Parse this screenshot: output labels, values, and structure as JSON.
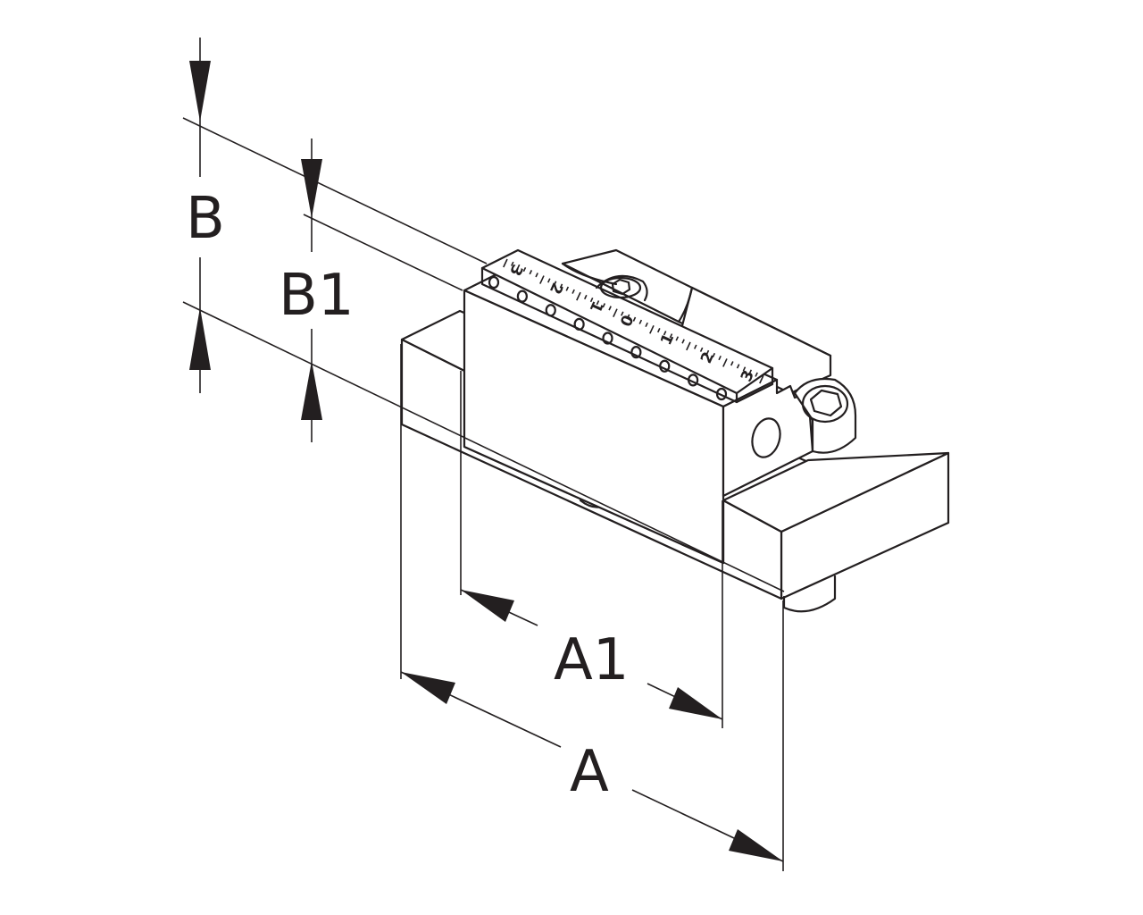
{
  "dimensions": {
    "a": "A",
    "a1": "A1",
    "b": "B",
    "b1": "B1"
  },
  "scale_labels": [
    "3",
    "2",
    "1",
    "0",
    "1",
    "2",
    "3"
  ],
  "colors": {
    "line": "#231f20",
    "background": "#ffffff"
  }
}
